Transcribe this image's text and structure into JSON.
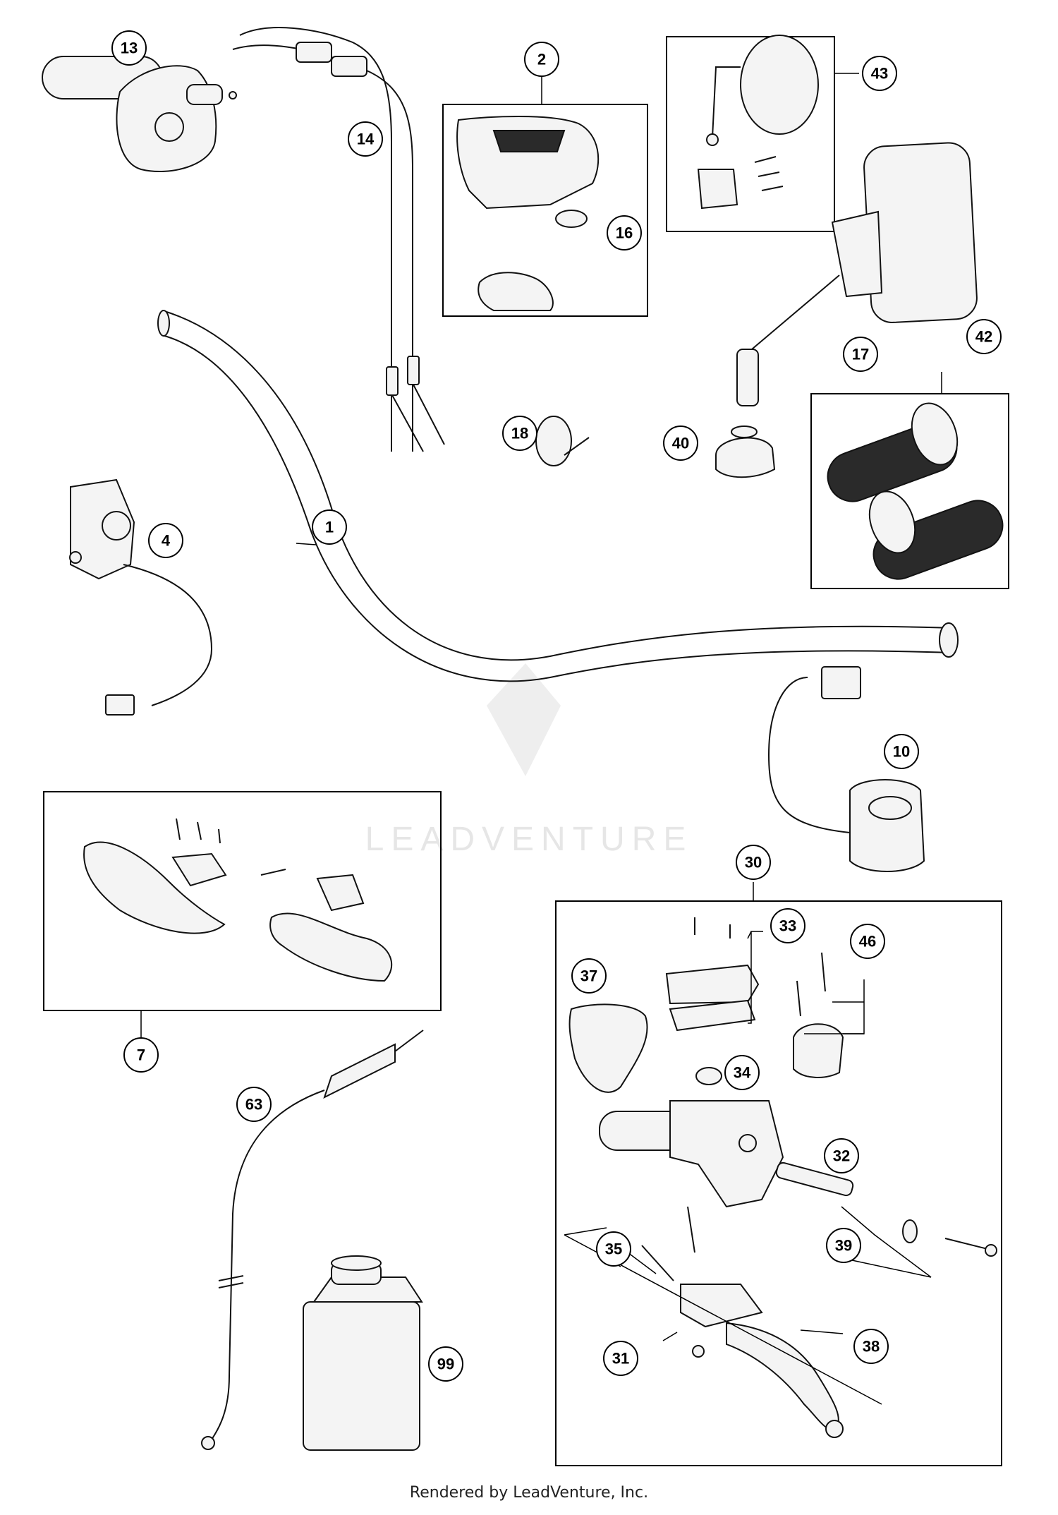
{
  "watermark": {
    "text": "LEADVENTURE",
    "color": "#e6e6e6"
  },
  "footer": {
    "text": "Rendered by LeadVenture, Inc."
  },
  "callouts": [
    {
      "id": "13",
      "label": "13"
    },
    {
      "id": "14",
      "label": "14"
    },
    {
      "id": "2",
      "label": "2"
    },
    {
      "id": "16",
      "label": "16"
    },
    {
      "id": "43",
      "label": "43"
    },
    {
      "id": "42",
      "label": "42"
    },
    {
      "id": "17",
      "label": "17"
    },
    {
      "id": "18",
      "label": "18"
    },
    {
      "id": "40",
      "label": "40"
    },
    {
      "id": "4",
      "label": "4"
    },
    {
      "id": "1",
      "label": "1"
    },
    {
      "id": "10",
      "label": "10"
    },
    {
      "id": "7",
      "label": "7"
    },
    {
      "id": "30",
      "label": "30"
    },
    {
      "id": "33",
      "label": "33"
    },
    {
      "id": "46",
      "label": "46"
    },
    {
      "id": "37",
      "label": "37"
    },
    {
      "id": "34",
      "label": "34"
    },
    {
      "id": "63",
      "label": "63"
    },
    {
      "id": "32",
      "label": "32"
    },
    {
      "id": "39",
      "label": "39"
    },
    {
      "id": "35",
      "label": "35"
    },
    {
      "id": "38",
      "label": "38"
    },
    {
      "id": "31",
      "label": "31"
    },
    {
      "id": "99",
      "label": "99"
    }
  ]
}
